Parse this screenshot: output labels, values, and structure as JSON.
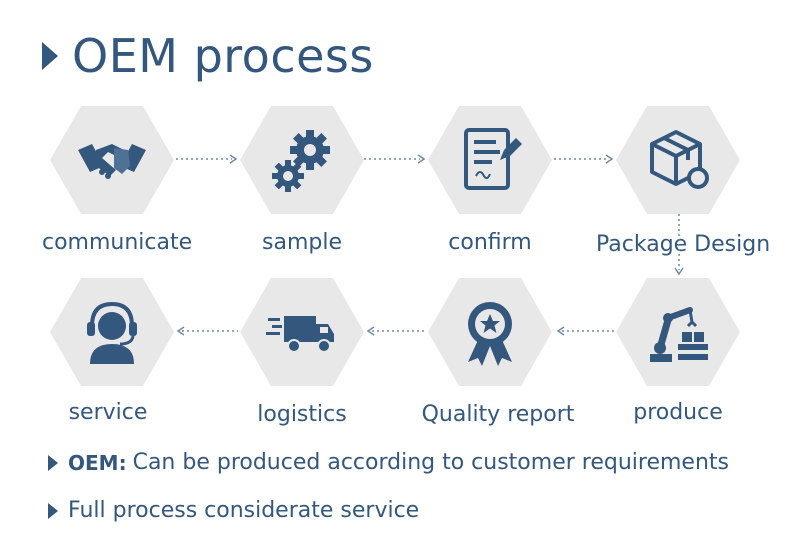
{
  "title": "OEM process",
  "steps": [
    {
      "label": "communicate",
      "icon": "handshake-icon"
    },
    {
      "label": "sample",
      "icon": "gears-icon"
    },
    {
      "label": "confirm",
      "icon": "document-sign-icon"
    },
    {
      "label": "Package Design",
      "icon": "package-icon"
    },
    {
      "label": "produce",
      "icon": "robot-arm-icon"
    },
    {
      "label": "Quality report",
      "icon": "quality-badge-icon"
    },
    {
      "label": "logistics",
      "icon": "truck-icon"
    },
    {
      "label": "service",
      "icon": "headset-icon"
    }
  ],
  "notes": [
    {
      "prefix": "OEM:",
      "text": " Can be produced according to customer requirements"
    },
    {
      "prefix": "",
      "text": "Full process considerate service"
    }
  ],
  "colors": {
    "primary": "#34577d",
    "hex_bg": "#e8e8e8",
    "arrow": "#6f8aa6"
  }
}
